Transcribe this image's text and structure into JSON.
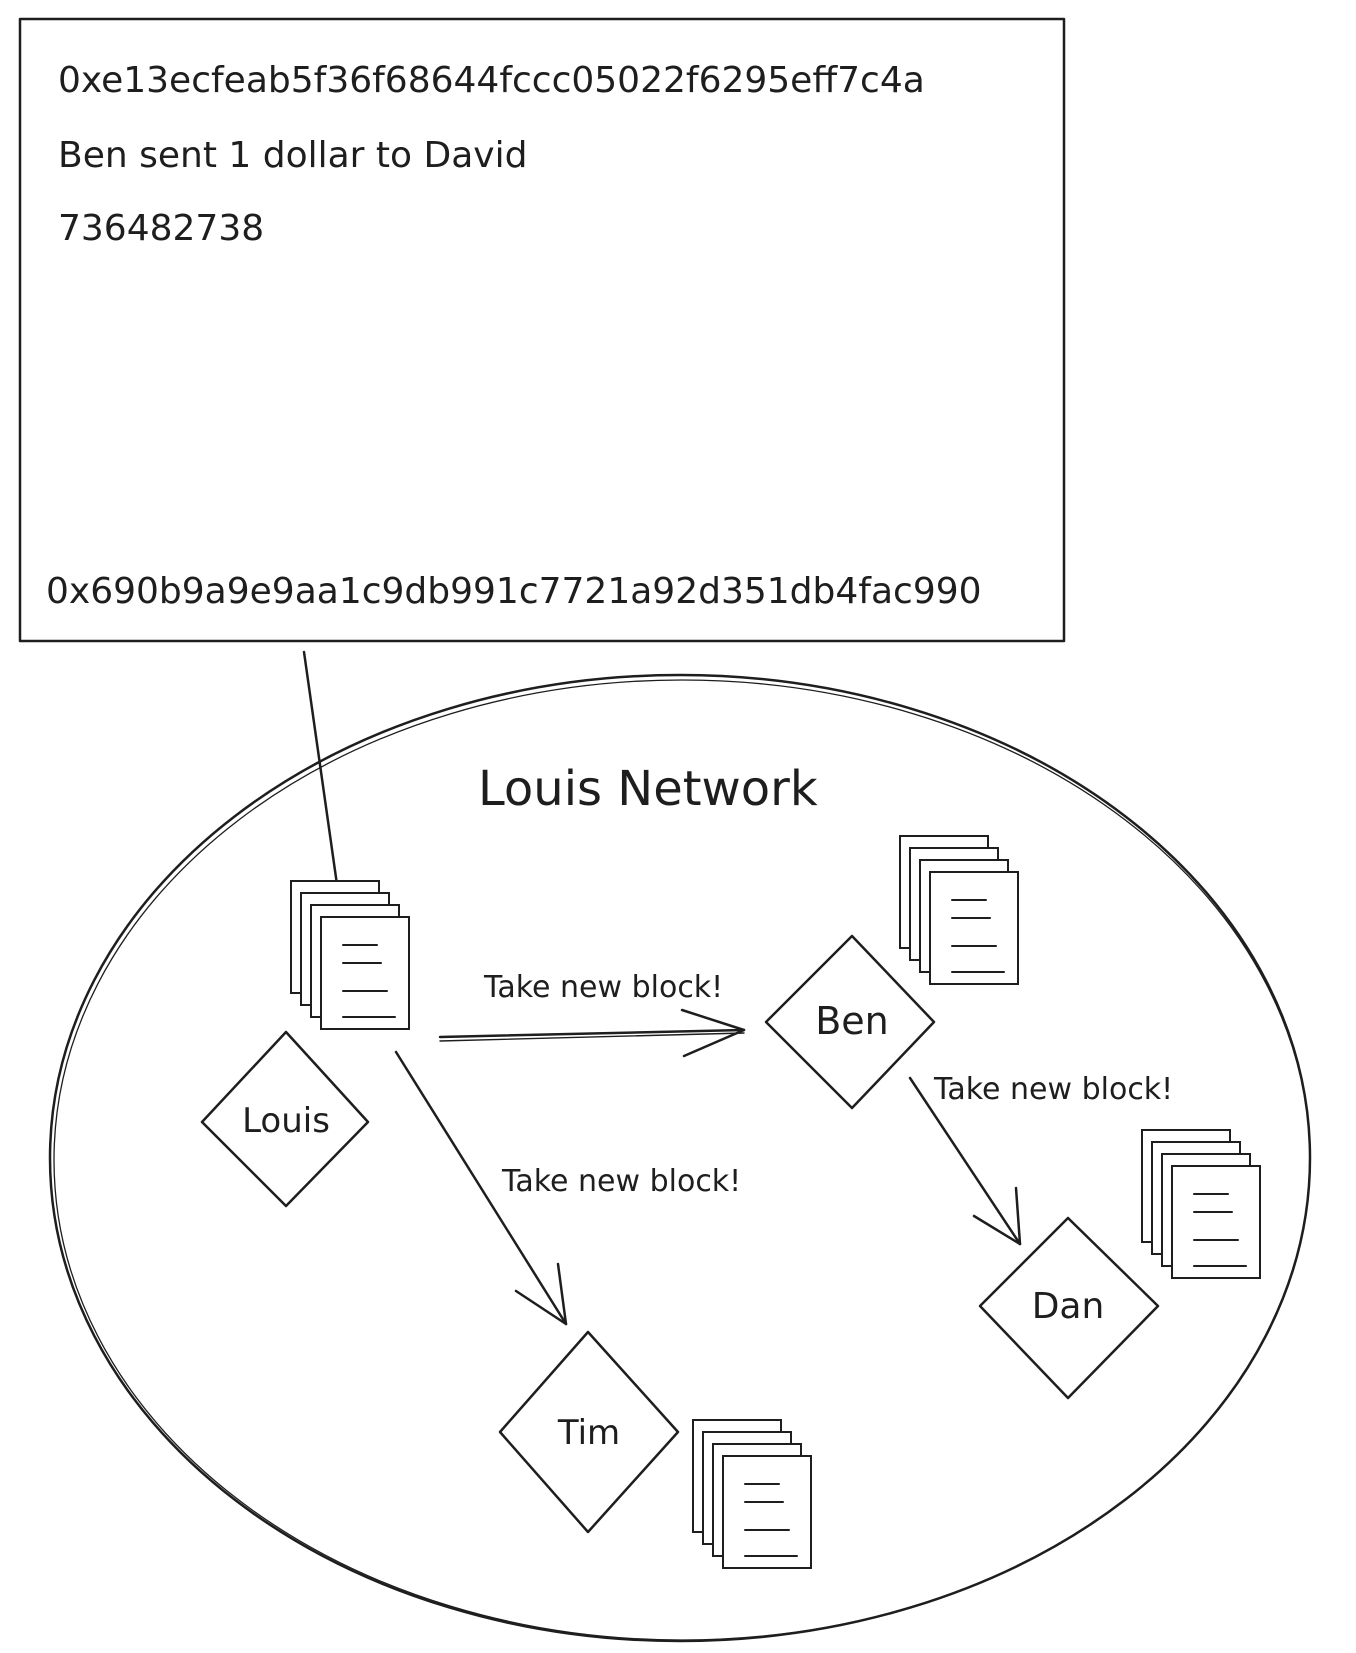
{
  "block": {
    "hash": "0xe13ecfeab5f36f68644fccc05022f6295eff7c4a",
    "data": "Ben sent 1 dollar to David",
    "nonce": "736482738",
    "previous_hash": "0x690b9a9e9aa1c9db991c7721a92d351db4fac990"
  },
  "network": {
    "title": "Louis Network",
    "nodes": {
      "louis": "Louis",
      "ben": "Ben",
      "tim": "Tim",
      "dan": "Dan"
    },
    "messages": {
      "louis_to_ben": "Take new block!",
      "louis_to_tim": "Take new block!",
      "ben_to_dan": "Take new block!"
    }
  },
  "colors": {
    "ink": "#1e1e1e",
    "background": "#ffffff"
  }
}
